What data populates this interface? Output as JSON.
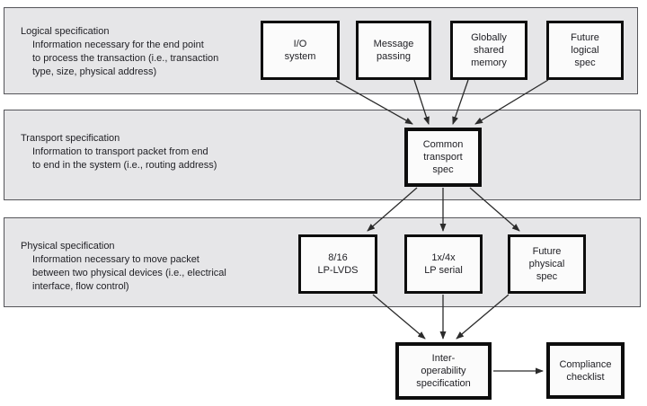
{
  "colors": {
    "page_bg": "#ffffff",
    "band_fill": "#e6e6e8",
    "band_border": "#55555a",
    "node_fill": "#fbfbfb",
    "node_border": "#0d0d0d",
    "arrow": "#2b2b2b",
    "text": "#212126"
  },
  "bands": {
    "logical": {
      "title": "Logical specification",
      "body": "Information necessary for the end point\nto process the transaction (i.e., transaction\ntype, size, physical address)"
    },
    "transport": {
      "title": "Transport specification",
      "body": "Information to transport packet from end\nto end in the system (i.e., routing address)"
    },
    "physical": {
      "title": "Physical specification",
      "body": "Information necessary to move packet\nbetween two physical devices (i.e., electrical\ninterface, flow control)"
    }
  },
  "nodes": {
    "io": {
      "label": "I/O\nsystem"
    },
    "message": {
      "label": "Message\npassing"
    },
    "globally": {
      "label": "Globally\nshared\nmemory"
    },
    "future_logical": {
      "label": "Future\nlogical\nspec"
    },
    "cts": {
      "label": "Common\ntransport\nspec"
    },
    "lvds": {
      "label": "8/16\nLP-LVDS"
    },
    "serial": {
      "label": "1x/4x\nLP serial"
    },
    "future_physical": {
      "label": "Future\nphysical\nspec"
    },
    "interop": {
      "label": "Inter-\noperability\nspecification"
    },
    "compliance": {
      "label": "Compliance\nchecklist"
    }
  },
  "edges": [
    {
      "from": "I/O system",
      "to": "Common transport spec"
    },
    {
      "from": "Message passing",
      "to": "Common transport spec"
    },
    {
      "from": "Globally shared memory",
      "to": "Common transport spec"
    },
    {
      "from": "Future logical spec",
      "to": "Common transport spec"
    },
    {
      "from": "Common transport spec",
      "to": "8/16 LP-LVDS"
    },
    {
      "from": "Common transport spec",
      "to": "1x/4x LP serial"
    },
    {
      "from": "Common transport spec",
      "to": "Future physical spec"
    },
    {
      "from": "8/16 LP-LVDS",
      "to": "Inter-operability specification"
    },
    {
      "from": "1x/4x LP serial",
      "to": "Inter-operability specification"
    },
    {
      "from": "Future physical spec",
      "to": "Inter-operability specification"
    },
    {
      "from": "Inter-operability specification",
      "to": "Compliance checklist"
    }
  ]
}
